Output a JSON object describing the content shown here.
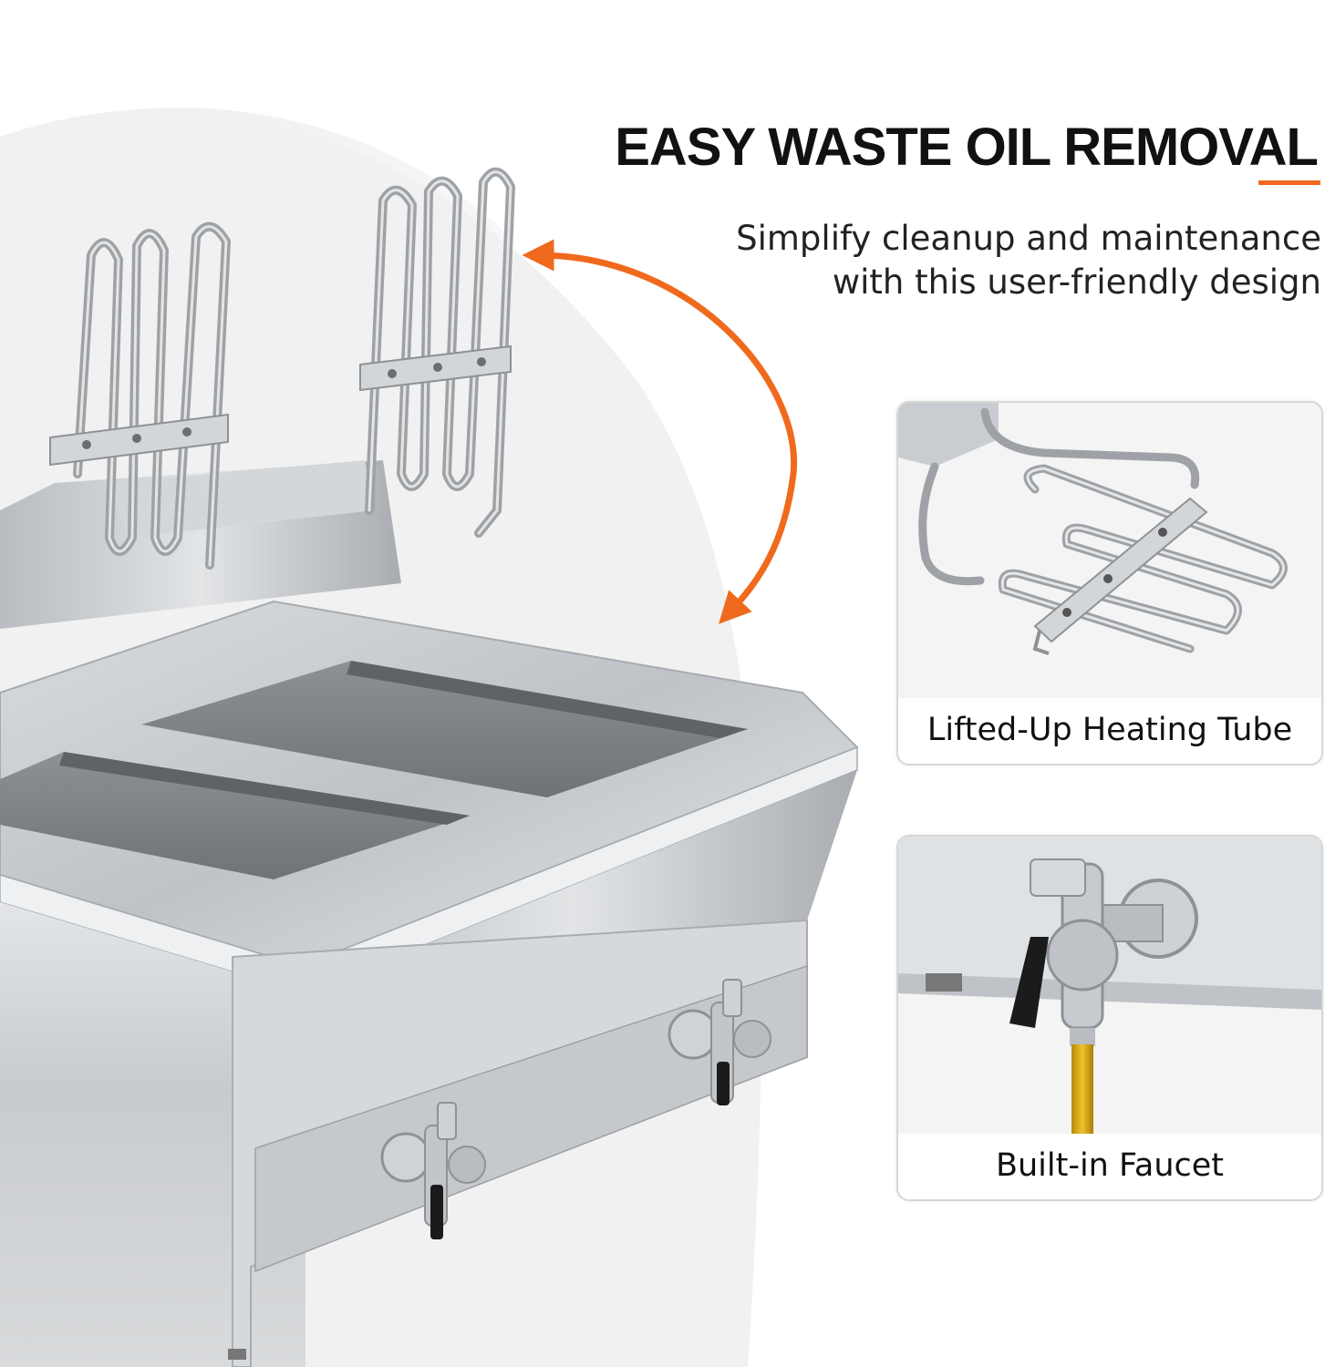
{
  "headline": "EASY WASTE OIL REMOVAL",
  "subheadline": {
    "line1": "Simplify cleanup and maintenance",
    "line2": "with this user-friendly design"
  },
  "cards": [
    {
      "caption": "Lifted-Up Heating Tube"
    },
    {
      "caption": "Built-in Faucet"
    }
  ],
  "colors": {
    "accent": "#f06a1d",
    "steel": "#c9cdd1",
    "oil": "#e0b21a"
  }
}
